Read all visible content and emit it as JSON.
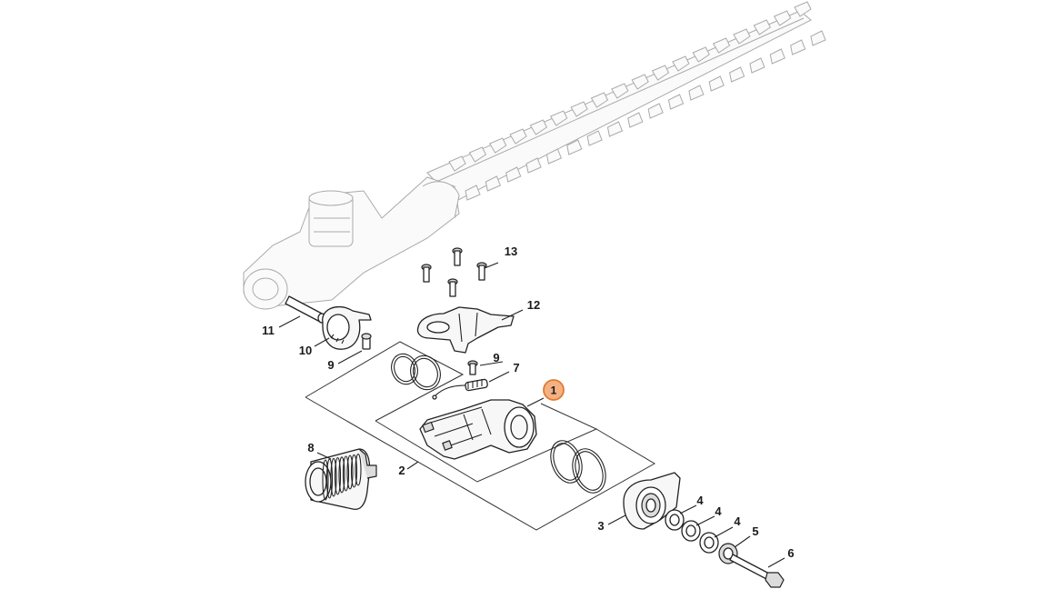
{
  "highlight_color": "#f4b183",
  "highlight_border": "#e07b2e",
  "callouts": [
    {
      "id": "1",
      "text": "1",
      "highlighted": true
    },
    {
      "id": "2",
      "text": "2"
    },
    {
      "id": "3",
      "text": "3"
    },
    {
      "id": "4a",
      "text": "4"
    },
    {
      "id": "4b",
      "text": "4"
    },
    {
      "id": "4c",
      "text": "4"
    },
    {
      "id": "5",
      "text": "5"
    },
    {
      "id": "6",
      "text": "6"
    },
    {
      "id": "7",
      "text": "7"
    },
    {
      "id": "8",
      "text": "8"
    },
    {
      "id": "9a",
      "text": "9"
    },
    {
      "id": "9b",
      "text": "9"
    },
    {
      "id": "10",
      "text": "10"
    },
    {
      "id": "11",
      "text": "11"
    },
    {
      "id": "12",
      "text": "12"
    },
    {
      "id": "13",
      "text": "13"
    }
  ]
}
